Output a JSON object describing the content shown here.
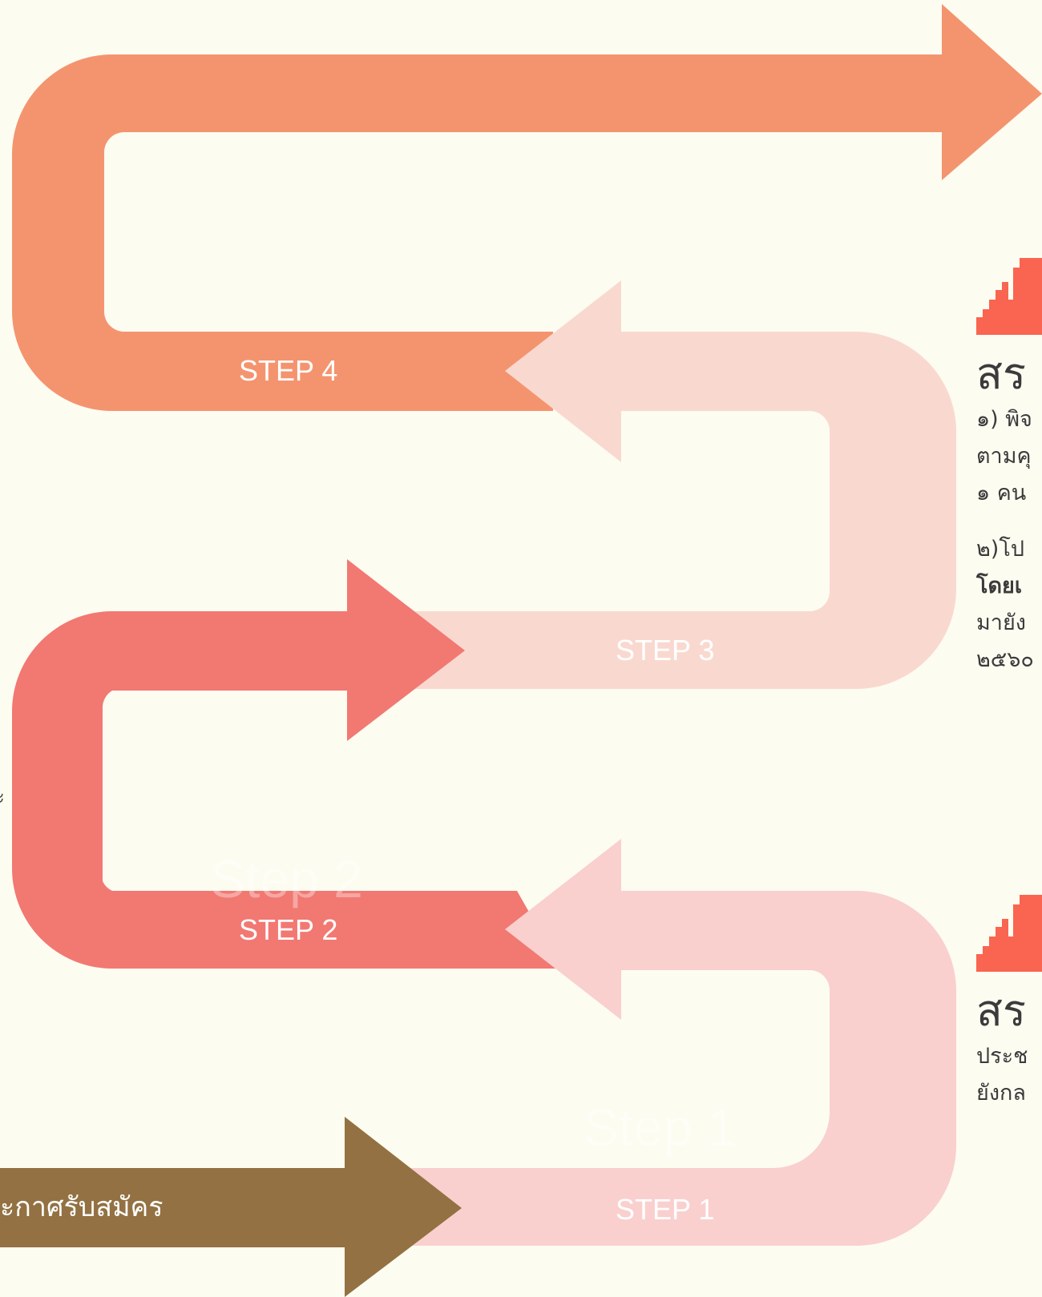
{
  "colors": {
    "background": "#fdfcf1",
    "step4": "#f4946f",
    "step3": "#f9d9cf",
    "step2": "#f27872",
    "step1": "#f9d0ce",
    "announce_arrow": "#937142",
    "icon": "#f96550",
    "text": "#3b3b3b"
  },
  "steps": [
    {
      "label": "STEP 1",
      "ghost": "Step 1"
    },
    {
      "label": "STEP 2",
      "ghost": "Step 2"
    },
    {
      "label": "STEP 3"
    },
    {
      "label": "STEP 4"
    }
  ],
  "announce_label": "ะกาศรับสมัคร",
  "side_glyph": "ะ",
  "panels": [
    {
      "icon": "bar-chart-icon",
      "title": "สร",
      "lines": [
        "๑) พิจ",
        "ตามคุ",
        "๑ คน",
        "๒)โป",
        "โดยเ",
        "มายัง",
        "๒๕๖๐"
      ]
    },
    {
      "icon": "bar-chart-icon",
      "title": "สร",
      "lines": [
        "ประช",
        "ยังกล"
      ]
    }
  ]
}
